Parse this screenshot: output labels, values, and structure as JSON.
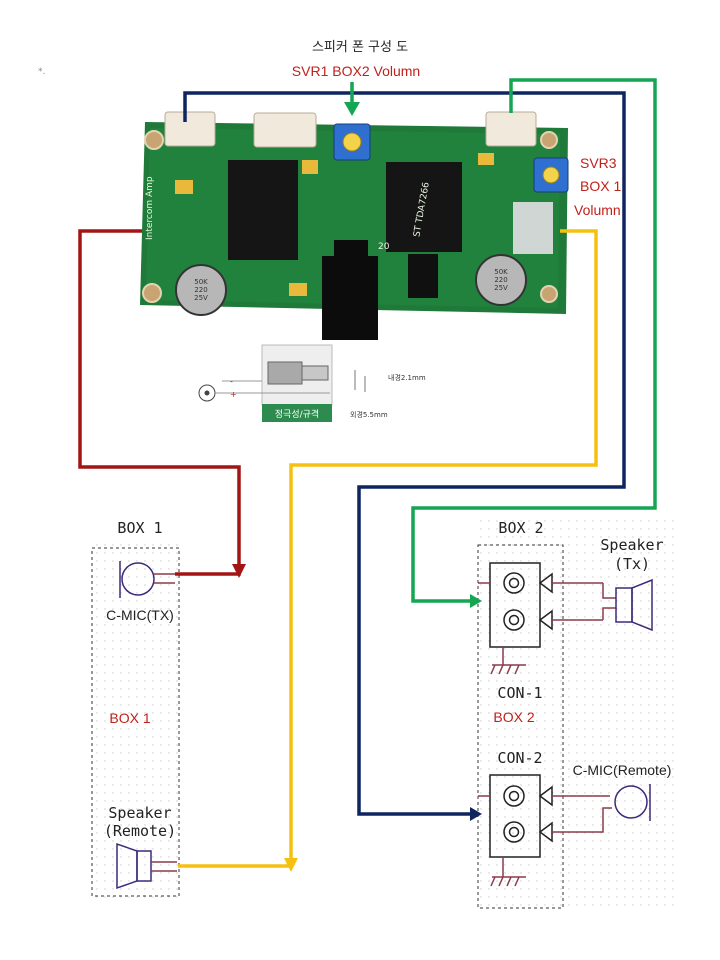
{
  "title": "스피커 폰 구성 도",
  "corner_mark": "*.",
  "svr1_label": "SVR1  BOX2  Volumn",
  "svr3": {
    "line1": "SVR3",
    "line2": "BOX 1",
    "line3": "Volumn"
  },
  "board": {
    "brand_text": "Intercom Amp",
    "cap_text": [
      "50K",
      "220",
      "25V"
    ],
    "chip_text": "ST TDA7266",
    "pin_label": "20"
  },
  "connector": {
    "inner_label": "내경2.1mm",
    "outer_label": "외경5.5mm",
    "spec_label": "정극성/규격",
    "minus": "-",
    "plus": "+"
  },
  "box1": {
    "title": "BOX 1",
    "mic_label": "C-MIC(TX)",
    "red_label": "BOX 1",
    "speaker_label_1": "Speaker",
    "speaker_label_2": "(Remote)"
  },
  "box2": {
    "title": "BOX 2",
    "speaker_tx_1": "Speaker",
    "speaker_tx_2": "(Tx)",
    "con1_label": "CON-1",
    "red_label": "BOX 2",
    "con2_label": "CON-2",
    "mic_remote_label": "C-MIC(Remote)"
  },
  "colors": {
    "red_wire": "#a31515",
    "yellow_wire": "#f5c010",
    "navy_wire": "#0e2560",
    "green_wire": "#14a653",
    "pcb_green": "#1f7a3a",
    "component_line": "#3d2a7a",
    "lead_line": "#8b3a4a"
  }
}
